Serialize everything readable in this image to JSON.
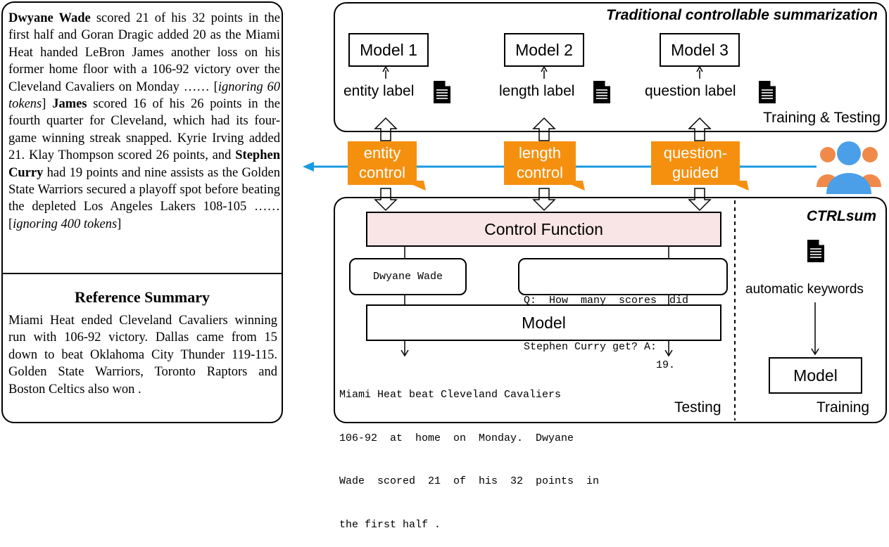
{
  "article": {
    "segments": [
      {
        "t": "Dwyane Wade",
        "s": "b"
      },
      {
        "t": " scored 21 of his 32 points in the first half and Goran Dragic added 20 as the Miami Heat handed LeBron James another loss on his former home floor with a 106-92 victory over the Cleveland Cavaliers on Monday …… [",
        "s": ""
      },
      {
        "t": "ignoring 60 tokens",
        "s": "i"
      },
      {
        "t": "] ",
        "s": ""
      },
      {
        "t": "James",
        "s": "b"
      },
      {
        "t": " scored 16 of his 26 points in the fourth quarter for Cleveland, which had its four-game winning streak snapped. Kyrie Irving added 21. Klay Thompson scored 26 points, and ",
        "s": ""
      },
      {
        "t": "Stephen Curry",
        "s": "b"
      },
      {
        "t": " had 19 points and nine assists as the Golden State Warriors secured a playoff spot before beating the depleted Los Angeles Lakers 108-105 …… [",
        "s": ""
      },
      {
        "t": "ignoring 400 tokens",
        "s": "i"
      },
      {
        "t": "]",
        "s": ""
      }
    ]
  },
  "reference": {
    "title": "Reference Summary",
    "text": "Miami Heat ended Cleveland Cavaliers winning run with 106-92 victory. Dallas came from 15 down to beat Oklahoma City Thunder 119-115. Golden State Warriors, Toronto Raptors and Boston Celtics also won ."
  },
  "traditional": {
    "title": "Traditional controllable summarization",
    "corner": "Training & Testing",
    "models": [
      {
        "name": "Model 1",
        "label": "entity label"
      },
      {
        "name": "Model 2",
        "label": "length label"
      },
      {
        "name": "Model 3",
        "label": "question label"
      }
    ]
  },
  "controls": [
    {
      "line1": "entity",
      "line2": "control"
    },
    {
      "line1": "length",
      "line2": "control"
    },
    {
      "line1": "question-",
      "line2": "guided"
    }
  ],
  "ctrlsum": {
    "title": "CTRLsum",
    "control_function": "Control Function",
    "entity_input": "Dwyane Wade",
    "question_line1": "Q:  How  many  scores  did",
    "question_line2": "Stephen Curry get? A:",
    "model": "Model",
    "output_lines": [
      "Miami Heat beat Cleveland Cavaliers",
      "106-92  at  home  on  Monday.  Dwyane",
      "Wade  scored  21  of  his  32  points  in",
      "the first half ."
    ],
    "answer": "19.",
    "testing_label": "Testing",
    "automatic_keywords": "automatic keywords",
    "training_model": "Model",
    "training_label": "Training"
  },
  "colors": {
    "control_tag": "#f5900f",
    "arrow_blue": "#1a9be0",
    "control_function_fill": "#f9e5e5",
    "user_icon_blue": "#4a9fe8",
    "user_icon_orange": "#f08a4b"
  }
}
